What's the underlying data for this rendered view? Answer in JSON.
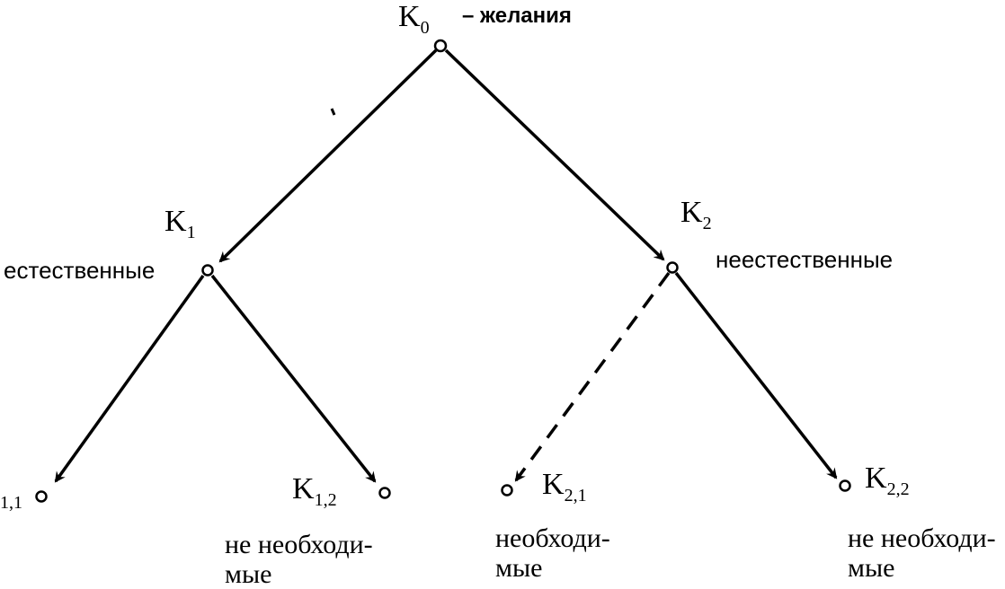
{
  "nodes": {
    "k0": {
      "main": "K",
      "sub": "0",
      "desc": "– желания"
    },
    "k1": {
      "main": "K",
      "sub": "1",
      "desc": "естественные"
    },
    "k2": {
      "main": "K",
      "sub": "2",
      "desc": "неестественные"
    },
    "k11": {
      "sub": "1,1"
    },
    "k12": {
      "main": "K",
      "sub": "1,2",
      "desc_line1": "не необходи-",
      "desc_line2": "мые"
    },
    "k21": {
      "main": "K",
      "sub": "2,1",
      "desc_line1": "необходи-",
      "desc_line2": "мые"
    },
    "k22": {
      "main": "K",
      "sub": "2,2",
      "desc_line1": "не необходи-",
      "desc_line2": "мые"
    }
  },
  "colors": {
    "ink": "#000000",
    "background": "#ffffff"
  }
}
